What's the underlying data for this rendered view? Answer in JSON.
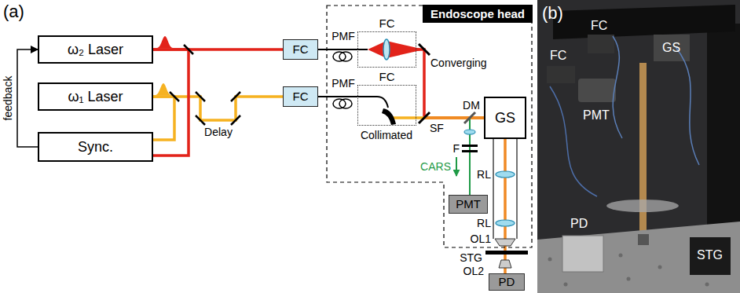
{
  "diagram": {
    "nodes": [
      {
        "text": [
          "ω₂ Laser"
        ]
      },
      {
        "text": [
          "ω₁ Laser"
        ]
      },
      {
        "text": [
          "Sync."
        ]
      },
      {
        "text": [
          "FC"
        ]
      },
      {
        "text": [
          "FC"
        ]
      },
      {
        "text": [
          "Endoscope head"
        ]
      },
      {
        "text": [
          "FC"
        ],
        "in": 5
      },
      {
        "text": [
          "FC"
        ],
        "in": 5
      },
      {
        "text": [
          "GS"
        ],
        "in": 5
      },
      {
        "text": [
          "PMT"
        ],
        "in": 5
      },
      {
        "text": [
          "PD"
        ]
      }
    ],
    "edges": [
      {
        "from": 0,
        "to": 3,
        "arrow": "none"
      },
      {
        "from": 1,
        "to": 4,
        "arrow": "none"
      },
      {
        "from": 0,
        "to": 2,
        "arrow": "none"
      },
      {
        "from": 1,
        "to": 2,
        "arrow": "none"
      },
      {
        "from": 2,
        "to": 0,
        "arrow": "to",
        "label": "feedback"
      },
      {
        "from": 3,
        "to": 6,
        "arrow": "none",
        "label": "PMF"
      },
      {
        "from": 4,
        "to": 7,
        "arrow": "none",
        "label": "PMF"
      },
      {
        "from": 6,
        "to": 8,
        "arrow": "none"
      },
      {
        "from": 7,
        "to": 8,
        "arrow": "none"
      },
      {
        "from": 8,
        "to": 10,
        "arrow": "none"
      }
    ],
    "labels": [
      "(a)",
      "Delay",
      "Converging",
      "Collimated",
      "SF",
      "DM",
      "F",
      "CARS",
      "RL",
      "RL",
      "OL1",
      "STG",
      "OL2",
      "(b)",
      "FC",
      "FC",
      "GS",
      "PMT",
      "PD",
      "STG"
    ]
  }
}
